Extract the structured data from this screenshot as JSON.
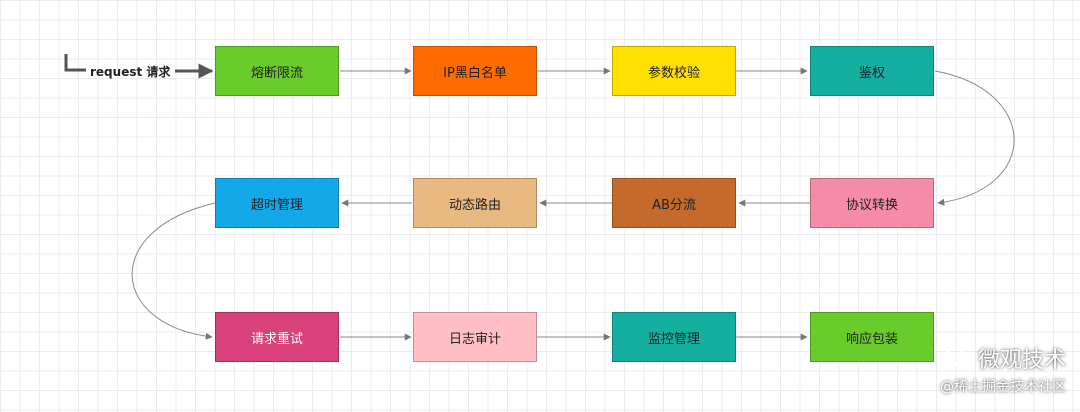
{
  "start_label": "request 请求",
  "nodes": [
    {
      "id": "n1",
      "label": "熔断限流",
      "color": "#6ACC2C",
      "text": "dark"
    },
    {
      "id": "n2",
      "label": "IP黑白名单",
      "color": "#FF6B00",
      "text": "dark"
    },
    {
      "id": "n3",
      "label": "参数校验",
      "color": "#FFE000",
      "text": "dark"
    },
    {
      "id": "n4",
      "label": "鉴权",
      "color": "#14AFA0",
      "text": "dark"
    },
    {
      "id": "n5",
      "label": "协议转换",
      "color": "#F48CA8",
      "text": "dark"
    },
    {
      "id": "n6",
      "label": "AB分流",
      "color": "#C46A2C",
      "text": "dark"
    },
    {
      "id": "n7",
      "label": "动态路由",
      "color": "#E8BA82",
      "text": "dark"
    },
    {
      "id": "n8",
      "label": "超时管理",
      "color": "#14A8E8",
      "text": "dark"
    },
    {
      "id": "n9",
      "label": "请求重试",
      "color": "#D8417A",
      "text": "light"
    },
    {
      "id": "n10",
      "label": "日志审计",
      "color": "#FFBFC4",
      "text": "dark"
    },
    {
      "id": "n11",
      "label": "监控管理",
      "color": "#14AFA0",
      "text": "dark"
    },
    {
      "id": "n12",
      "label": "响应包装",
      "color": "#6ACC2C",
      "text": "dark"
    }
  ],
  "watermark": {
    "title": "微观技术",
    "sub": "@稀土掘金技术社区"
  }
}
